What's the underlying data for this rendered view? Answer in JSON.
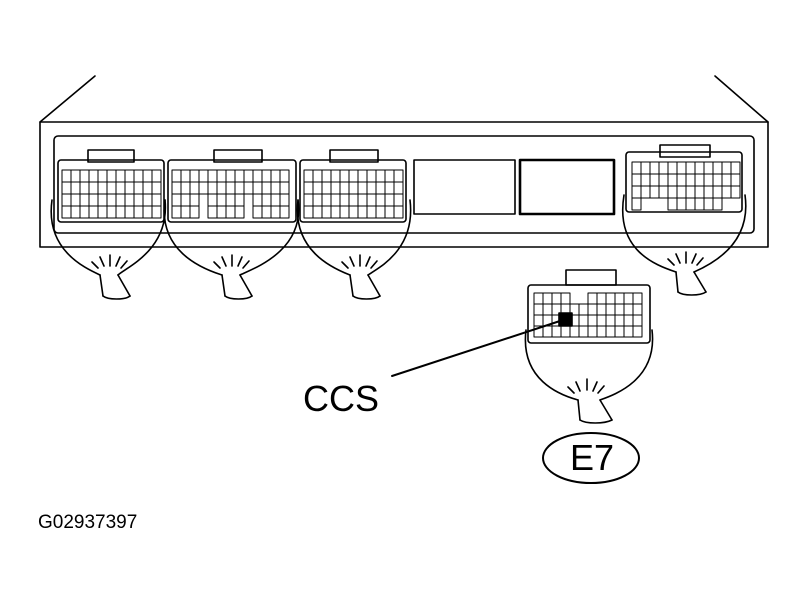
{
  "labels": {
    "signal": "CCS",
    "connector": "E7",
    "figure_id": "G02937397"
  },
  "colors": {
    "line": "#000000",
    "paper": "#ffffff",
    "terminal_fill": "#000000"
  },
  "connectors": [
    {
      "name": "ecu-connector-1",
      "pins": "grid"
    },
    {
      "name": "ecu-connector-2",
      "pins": "grid"
    },
    {
      "name": "ecu-connector-3",
      "pins": "grid"
    },
    {
      "name": "ecu-blank-slot-1",
      "pins": "none"
    },
    {
      "name": "ecu-blank-slot-2",
      "pins": "none"
    },
    {
      "name": "ecu-connector-4",
      "pins": "grid"
    },
    {
      "name": "connector-e7",
      "pins": "grid"
    }
  ]
}
